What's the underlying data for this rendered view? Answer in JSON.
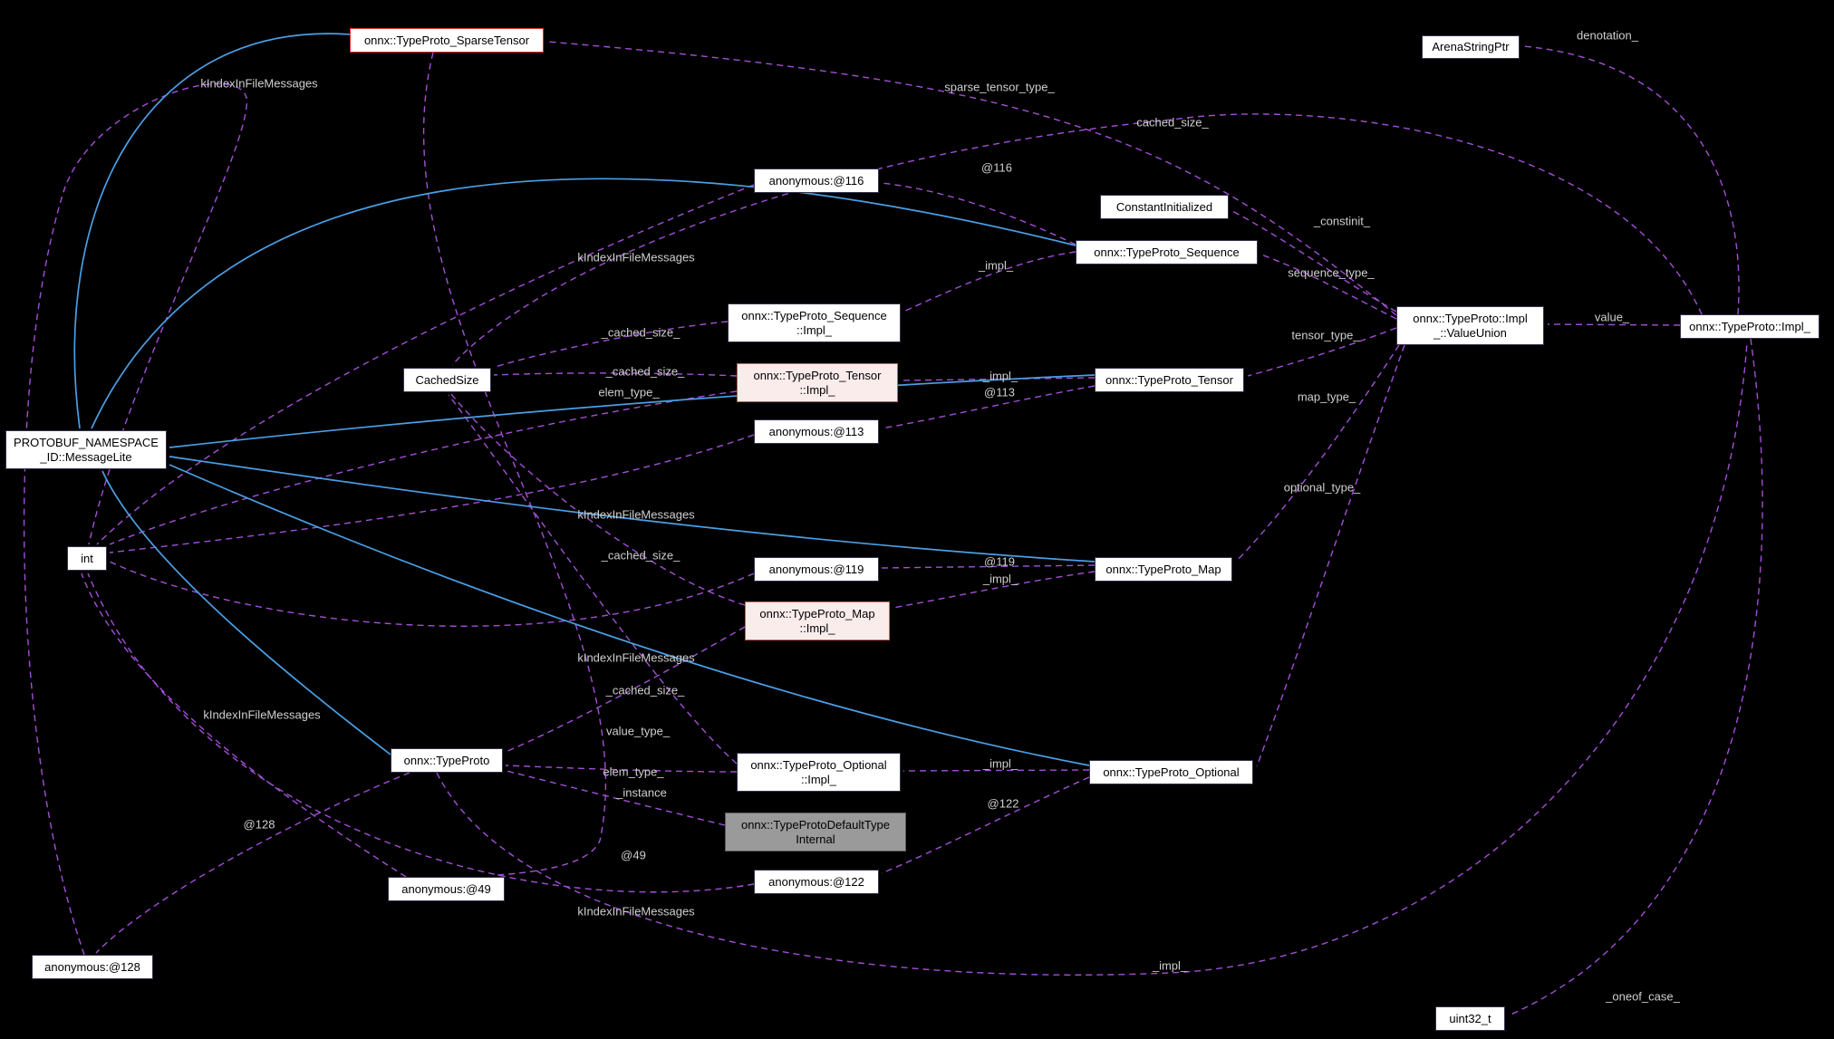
{
  "nodes": {
    "sparse_tensor": "onnx::TypeProto_SparseTensor",
    "arena_string_ptr": "ArenaStringPtr",
    "anon_116": "anonymous:@116",
    "constant_initialized": "ConstantInitialized",
    "typeproto_sequence": "onnx::TypeProto_Sequence",
    "value_union": "onnx::TypeProto::Impl\n_::ValueUnion",
    "typeproto_impl": "onnx::TypeProto::Impl_",
    "sequence_impl": "onnx::TypeProto_Sequence\n::Impl_",
    "cached_size": "CachedSize",
    "tensor_impl": "onnx::TypeProto_Tensor\n::Impl_",
    "typeproto_tensor": "onnx::TypeProto_Tensor",
    "anon_113": "anonymous:@113",
    "message_lite": "PROTOBUF_NAMESPACE\n_ID::MessageLite",
    "int_type": "int",
    "anon_119": "anonymous:@119",
    "typeproto_map": "onnx::TypeProto_Map",
    "map_impl": "onnx::TypeProto_Map\n::Impl_",
    "typeproto": "onnx::TypeProto",
    "optional_impl": "onnx::TypeProto_Optional\n::Impl_",
    "typeproto_optional": "onnx::TypeProto_Optional",
    "default_type_internal": "onnx::TypeProtoDefaultType\nInternal",
    "anon_49": "anonymous:@49",
    "anon_122": "anonymous:@122",
    "anon_128": "anonymous:@128",
    "uint32_t": "uint32_t"
  },
  "labels": {
    "kIndexInFileMessages": "kIndexInFileMessages",
    "sparse_tensor_type": "sparse_tensor_type_",
    "cached_size": "cached_size_",
    "cached_size_u": "_cached_size_",
    "at116": "@116",
    "at113": "@113",
    "at119": "@119",
    "at122": "@122",
    "at128": "@128",
    "at49": "@49",
    "constinit": "_constinit_",
    "impl": "_impl_",
    "sequence_type": "sequence_type_",
    "tensor_type": "tensor_type_",
    "map_type": "map_type_",
    "optional_type": "optional_type_",
    "value": "value_",
    "elem_type": "elem_type_",
    "value_type": "value_type_",
    "instance": "_instance",
    "denotation": "denotation_",
    "oneof_case": "_oneof_case_"
  },
  "colors": {
    "background": "#000000",
    "usage_edge": "#a24fd6",
    "inheritance_edge": "#4a9fe6",
    "node_fill": "#ffffff",
    "node_fill_highlight": "#fbecec",
    "node_fill_gray": "#9a9a9a",
    "node_border": "#33334d",
    "node_border_highlight": "#e52f2f",
    "edge_label_text": "#cfcfcf"
  }
}
